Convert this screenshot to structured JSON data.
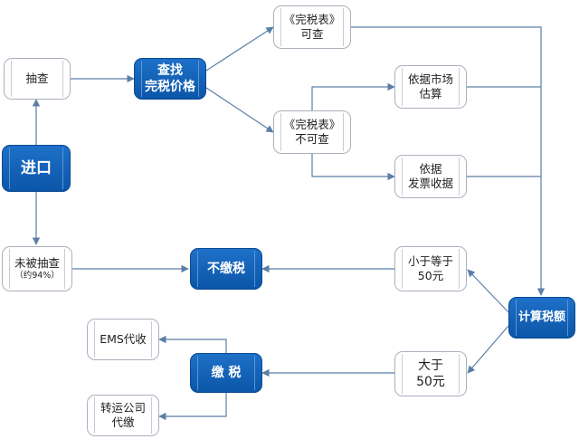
{
  "nodes": {
    "spot_check": {
      "lines": [
        "抽查"
      ]
    },
    "find_price": {
      "lines": [
        "查找",
        "完税价格"
      ]
    },
    "table_found": {
      "lines": [
        "《完税表》",
        "可查"
      ]
    },
    "table_not_found": {
      "lines": [
        "《完税表》",
        "不可查"
      ]
    },
    "market_estimate": {
      "lines": [
        "依据市场",
        "估算"
      ]
    },
    "invoice_basis": {
      "lines": [
        "依据",
        "发票收据"
      ]
    },
    "import": {
      "lines": [
        "进口"
      ]
    },
    "not_checked": {
      "lines": [
        "未被抽查",
        "（约94%）"
      ]
    },
    "no_tax": {
      "lines": [
        "不缴税"
      ]
    },
    "le_50": {
      "lines": [
        "小于等于",
        "50元"
      ]
    },
    "calc_tax": {
      "lines": [
        "计算税额"
      ]
    },
    "ems_collect": {
      "lines": [
        "EMS代收"
      ]
    },
    "pay_tax": {
      "lines": [
        "缴 税"
      ]
    },
    "gt_50": {
      "lines": [
        "大于",
        "50元"
      ]
    },
    "forwarder_pay": {
      "lines": [
        "转运公司",
        "代缴"
      ]
    }
  },
  "colors": {
    "filled": "#0b56a8",
    "outline": "#a9b1bd",
    "connector": "#5b7fa6"
  }
}
